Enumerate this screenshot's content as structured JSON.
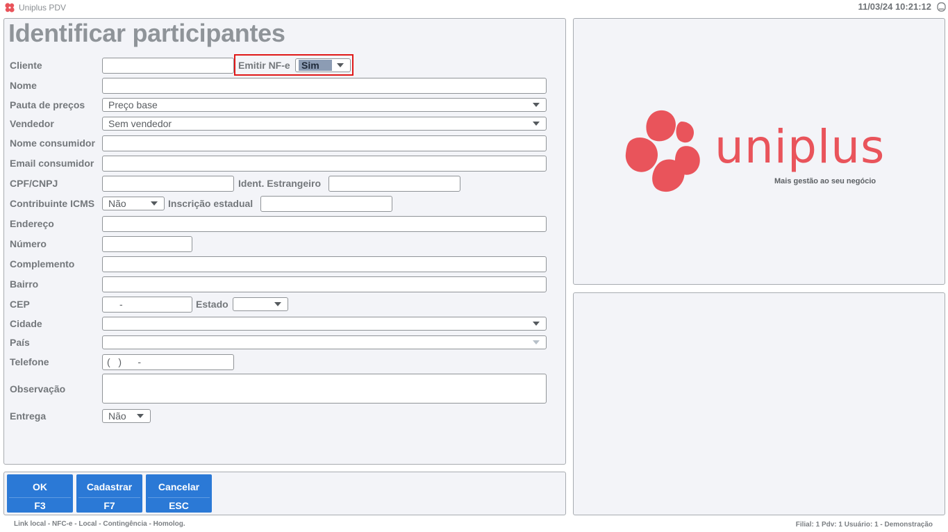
{
  "window": {
    "title": "Uniplus PDV",
    "clock": "11/03/24 10:21:12"
  },
  "form": {
    "title": "Identificar participantes",
    "cliente_label": "Cliente",
    "cliente_value": "",
    "emitir_label": "Emitir NF-e",
    "emitir_value": "Sim",
    "nome_label": "Nome",
    "pauta_label": "Pauta de preços",
    "pauta_value": "Preço base",
    "vendedor_label": "Vendedor",
    "vendedor_value": "Sem vendedor",
    "nome_consumidor_label": "Nome consumidor",
    "email_consumidor_label": "Email consumidor",
    "cpf_label": "CPF/CNPJ",
    "ident_estrangeiro_label": "Ident. Estrangeiro",
    "contribuinte_label": "Contribuinte ICMS",
    "contribuinte_value": "Não",
    "inscricao_label": "Inscrição estadual",
    "endereco_label": "Endereço",
    "numero_label": "Número",
    "complemento_label": "Complemento",
    "bairro_label": "Bairro",
    "cep_label": "CEP",
    "cep_mask": "-",
    "estado_label": "Estado",
    "estado_value": "",
    "cidade_label": "Cidade",
    "cidade_value": "",
    "pais_label": "País",
    "pais_value": "",
    "telefone_label": "Telefone",
    "telefone_mask": "(   )      -",
    "observacao_label": "Observação",
    "entrega_label": "Entrega",
    "entrega_value": "Não"
  },
  "buttons": [
    {
      "label": "OK",
      "shortcut": "F3"
    },
    {
      "label": "Cadastrar",
      "shortcut": "F7"
    },
    {
      "label": "Cancelar",
      "shortcut": "ESC"
    }
  ],
  "brand": {
    "name": "uniplus",
    "tagline": "Mais gestão ao seu negócio",
    "color": "#e9545b"
  },
  "footer": {
    "left": "Link local - NFC-e - Local - Contingência - Homolog.",
    "right": "Filial: 1  Pdv: 1  Usuário: 1 - Demonstração"
  },
  "colors": {
    "button": "#2b79d6",
    "panel": "#f3f4f8",
    "highlight": "#e01818"
  }
}
